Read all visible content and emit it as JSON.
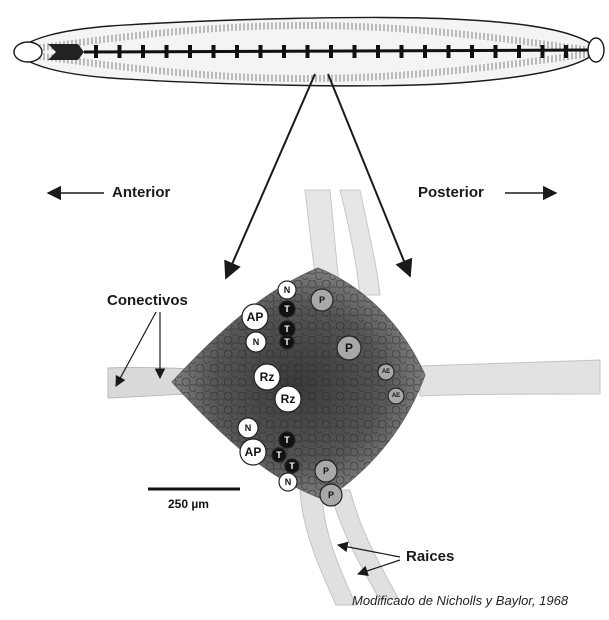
{
  "labels": {
    "anterior": "Anterior",
    "posterior": "Posterior",
    "conectivos": "Conectivos",
    "raices": "Raices",
    "scale": "250 µm",
    "caption": "Modificado de Nicholls y Baylor, 1968"
  },
  "cells": [
    {
      "label": "N",
      "style": "white"
    },
    {
      "label": "T",
      "style": "black"
    },
    {
      "label": "AP",
      "style": "white"
    },
    {
      "label": "T",
      "style": "black"
    },
    {
      "label": "N",
      "style": "white"
    },
    {
      "label": "T",
      "style": "black"
    },
    {
      "label": "P",
      "style": "grey"
    },
    {
      "label": "P",
      "style": "grey"
    },
    {
      "label": "Rz",
      "style": "white"
    },
    {
      "label": "Rz",
      "style": "white"
    },
    {
      "label": "AE",
      "style": "grey"
    },
    {
      "label": "AE",
      "style": "grey"
    },
    {
      "label": "N",
      "style": "white"
    },
    {
      "label": "T",
      "style": "black"
    },
    {
      "label": "AP",
      "style": "white"
    },
    {
      "label": "T",
      "style": "black"
    },
    {
      "label": "T",
      "style": "black"
    },
    {
      "label": "N",
      "style": "white"
    },
    {
      "label": "P",
      "style": "grey"
    },
    {
      "label": "P",
      "style": "grey"
    }
  ],
  "colors": {
    "ink": "#1a1a1a",
    "ganglion": "#4a4a4a",
    "nerve": "#cfcfcf"
  }
}
